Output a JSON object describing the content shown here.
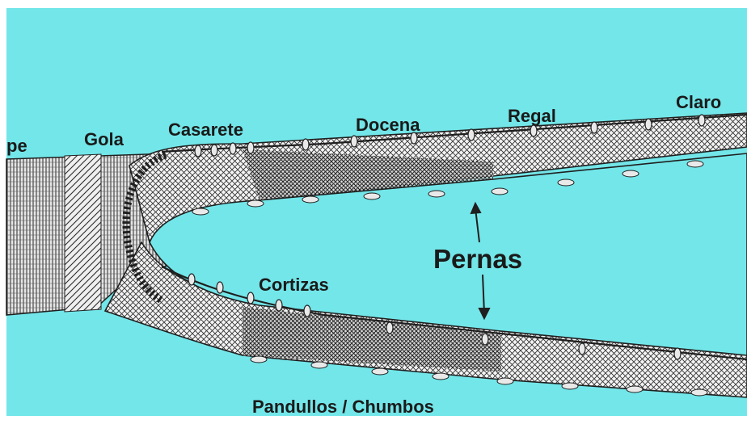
{
  "diagram": {
    "colors": {
      "background": "#73e6e9",
      "frame": "#ffffff",
      "net_fill": "#f2f2f2",
      "ink": "#1f1f1f",
      "float": "#e9e9e9"
    },
    "labels": {
      "cope_partial": "pe",
      "gola": "Gola",
      "casarete": "Casarete",
      "docena": "Docena",
      "regal": "Regal",
      "claro": "Claro",
      "pernas": "Pernas",
      "cortizas": "Cortizas",
      "pandullos": "Pandullos / Chumbos"
    }
  }
}
